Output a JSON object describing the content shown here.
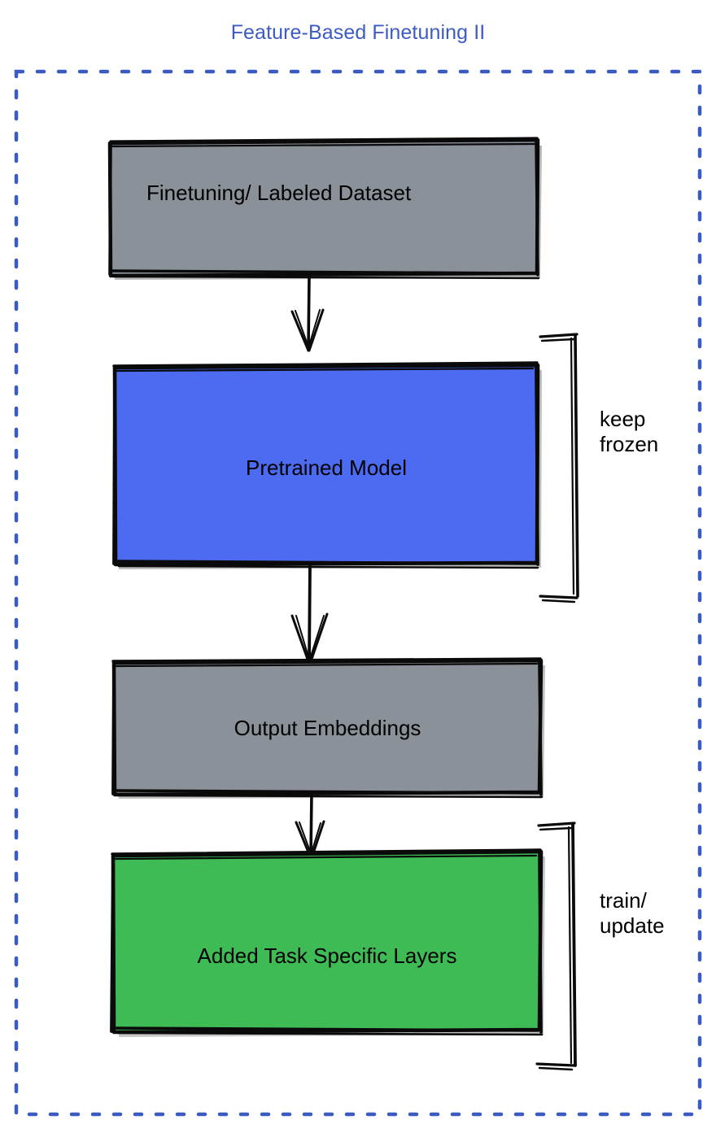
{
  "title": "Feature-Based Finetuning II",
  "colors": {
    "title_blue": "#3d5bc4",
    "border_dash_blue": "#3b5bc0",
    "gray_fill": "#8b9199",
    "blue_fill": "#4c6bf0",
    "green_fill": "#3fbb56",
    "stroke_black": "#0a0a0a"
  },
  "outer_frame": {
    "name": "dashed-container",
    "style": "dashed",
    "color": "#3b5bc0"
  },
  "nodes": [
    {
      "id": "finetuning-dataset",
      "label": "Finetuning/ Labeled Dataset",
      "fill": "#8b9199",
      "align": "left"
    },
    {
      "id": "pretrained-model",
      "label": "Pretrained Model",
      "fill": "#4c6bf0",
      "align": "center"
    },
    {
      "id": "output-embeddings",
      "label": "Output Embeddings",
      "fill": "#8b9199",
      "align": "center"
    },
    {
      "id": "task-specific-layers",
      "label": "Added Task Specific Layers",
      "fill": "#3fbb56",
      "align": "center"
    }
  ],
  "edges": [
    {
      "id": "edge-dataset-to-model",
      "from": "finetuning-dataset",
      "to": "pretrained-model",
      "label": ""
    },
    {
      "id": "edge-model-to-embeddings",
      "from": "pretrained-model",
      "to": "output-embeddings",
      "label": ""
    },
    {
      "id": "edge-embeddings-to-layers",
      "from": "output-embeddings",
      "to": "task-specific-layers",
      "label": ""
    }
  ],
  "annotations": [
    {
      "id": "keep-frozen",
      "text": "keep\nfrozen",
      "targets": "pretrained-model"
    },
    {
      "id": "train-update",
      "text": "train/\nupdate",
      "targets": "task-specific-layers"
    }
  ]
}
